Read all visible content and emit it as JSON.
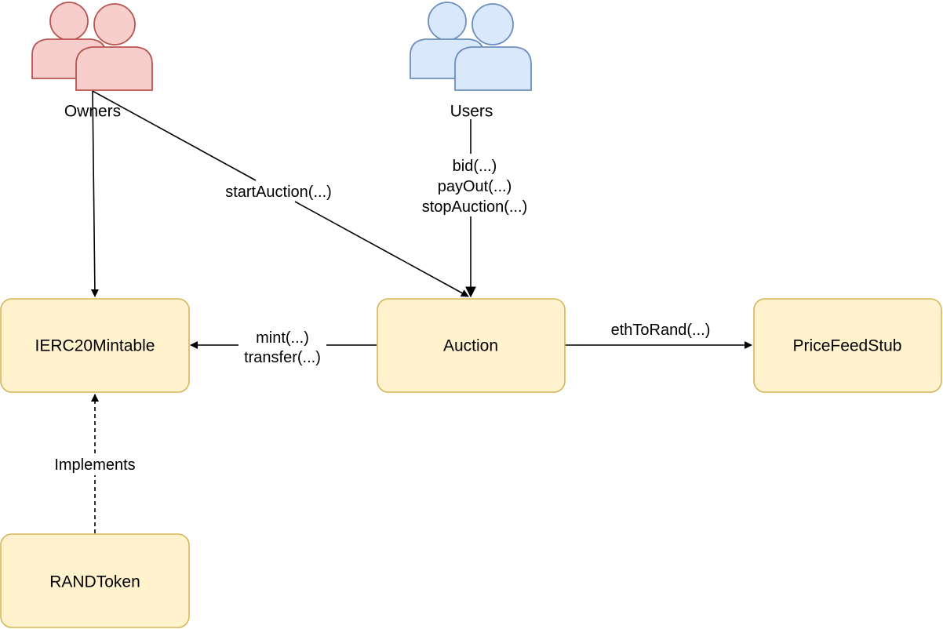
{
  "colors": {
    "box_fill": "#fff2cc",
    "box_stroke": "#d6b656",
    "owners_fill": "#f8cecc",
    "owners_stroke": "#b85450",
    "users_fill": "#dae8fc",
    "users_stroke": "#6c8ebf",
    "edge": "#000000"
  },
  "actors": {
    "owners": {
      "label": "Owners",
      "icon": "users-icon"
    },
    "users": {
      "label": "Users",
      "icon": "users-icon"
    }
  },
  "boxes": {
    "ierc20": {
      "label": "IERC20Mintable"
    },
    "auction": {
      "label": "Auction"
    },
    "pricefeed": {
      "label": "PriceFeedStub"
    },
    "randtoken": {
      "label": "RANDToken"
    }
  },
  "edges": {
    "owners_to_auction": {
      "lines": [
        "startAuction(...)"
      ]
    },
    "users_to_auction": {
      "lines": [
        "bid(...)",
        "payOut(...)",
        "stopAuction(...)"
      ]
    },
    "auction_to_ierc20": {
      "lines": [
        "mint(...)",
        "transfer(...)"
      ]
    },
    "auction_to_pricefeed": {
      "lines": [
        "ethToRand(...)"
      ]
    },
    "randtoken_to_ierc20": {
      "lines": [
        "Implements"
      ]
    }
  }
}
